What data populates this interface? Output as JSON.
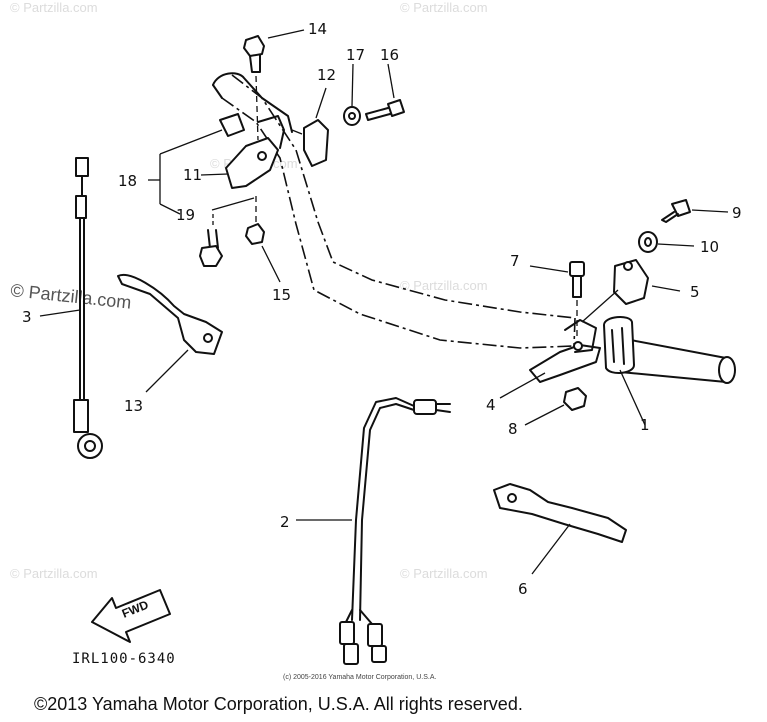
{
  "diagram": {
    "part_callouts": {
      "p1": "1",
      "p2": "2",
      "p3": "3",
      "p4": "4",
      "p5": "5",
      "p6": "6",
      "p7": "7",
      "p8": "8",
      "p9": "9",
      "p10": "10",
      "p11": "11",
      "p12": "12",
      "p13": "13",
      "p14": "14",
      "p15": "15",
      "p16": "16",
      "p17": "17",
      "p18": "18",
      "p19": "19"
    },
    "fwd_label": "FWD",
    "diagram_code": "IRL100-6340"
  },
  "watermark": {
    "text": "© Partzilla.com",
    "strong_text": "© Partzilla.com"
  },
  "footer": {
    "small_copyright": "(c) 2005-2016 Yamaha Motor Corporation, U.S.A.",
    "main_copyright": "©2013 Yamaha Motor Corporation, U.S.A. All rights reserved."
  },
  "colors": {
    "ink": "#111111",
    "background": "#ffffff",
    "watermark": "#dcdcdc"
  }
}
